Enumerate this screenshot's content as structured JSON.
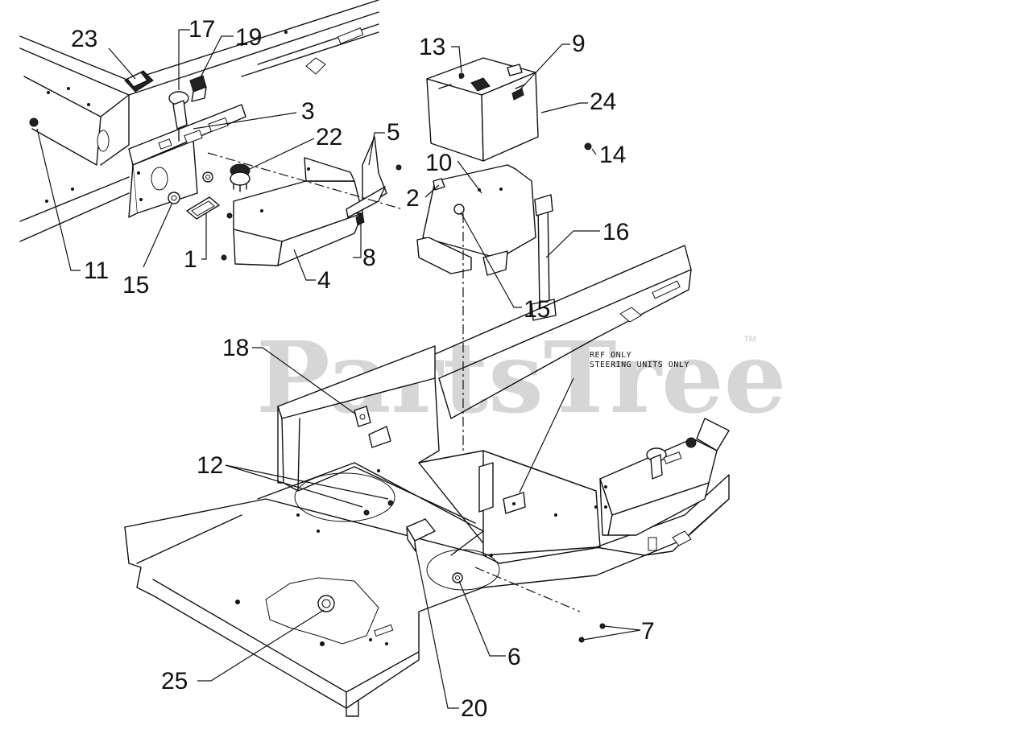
{
  "watermark": {
    "text": "PartsTree",
    "trademark": "™"
  },
  "note_lines": [
    "REF ONLY",
    "STEERING UNITS ONLY"
  ],
  "callouts": [
    "23",
    "17",
    "19",
    "3",
    "22",
    "5",
    "11",
    "15",
    "1",
    "4",
    "8",
    "13",
    "9",
    "24",
    "14",
    "10",
    "2",
    "16",
    "15",
    "18",
    "12",
    "7",
    "6",
    "25",
    "20"
  ]
}
